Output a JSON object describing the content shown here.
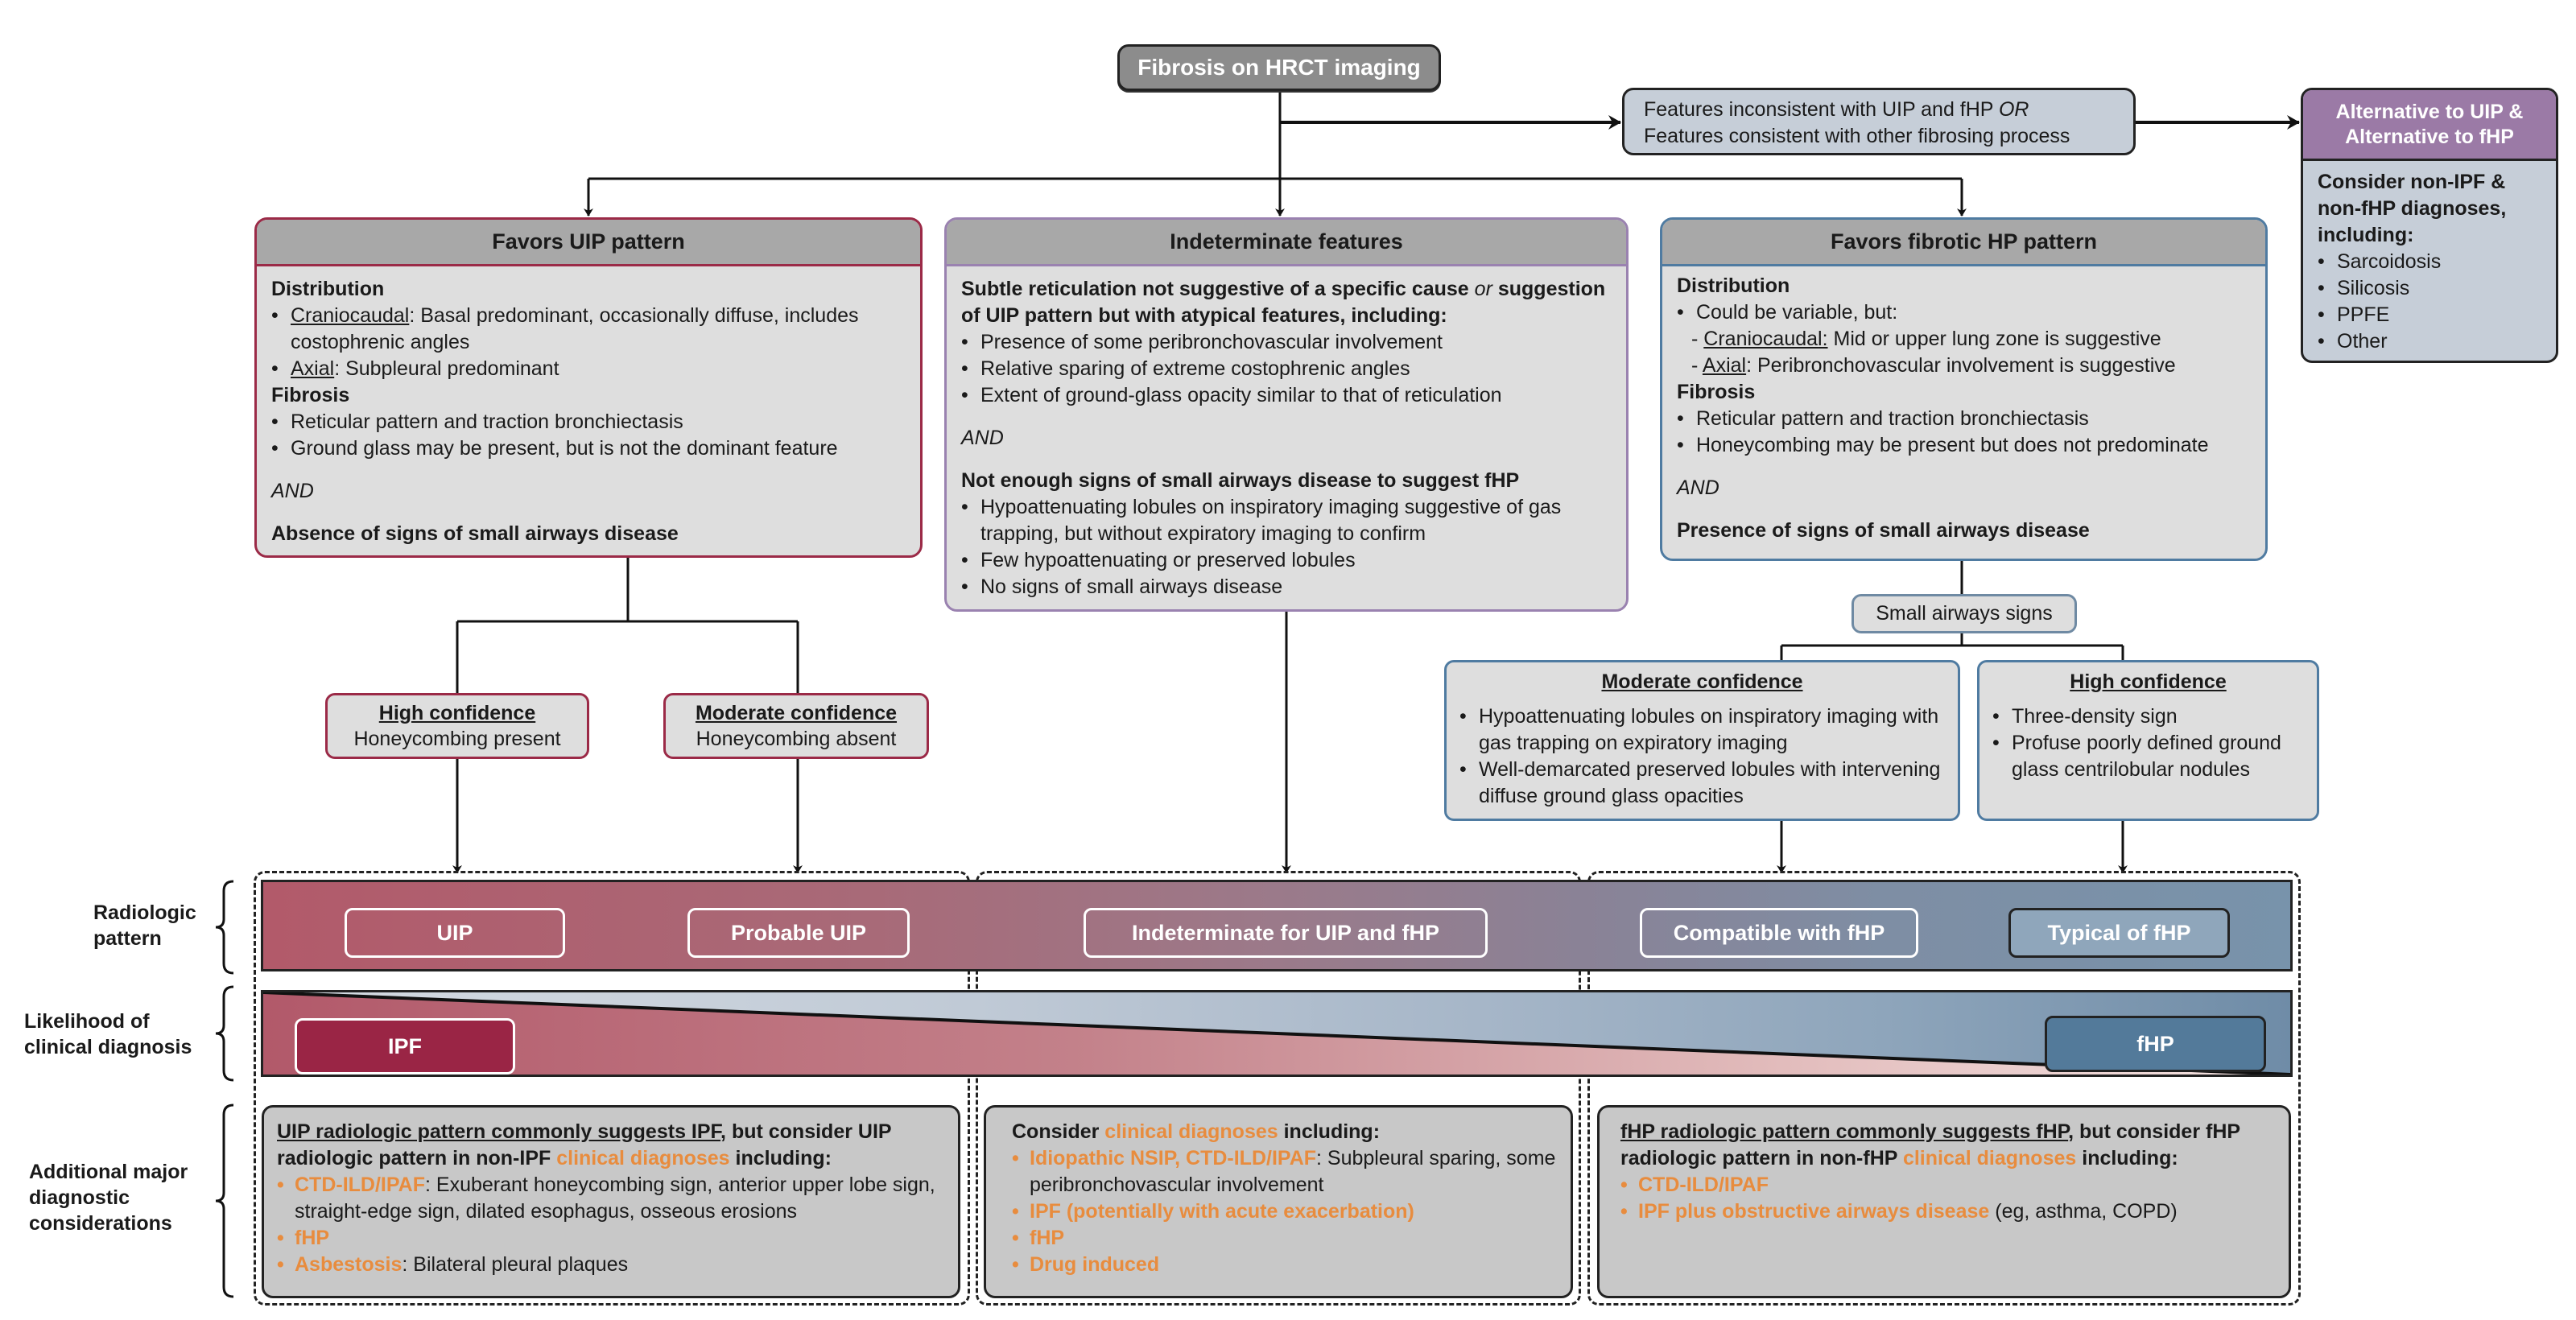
{
  "top": {
    "title": "Fibrosis on HRCT imaging"
  },
  "inconsistent": {
    "line1": "Features inconsistent with UIP and fHP ",
    "line1_italic": "OR",
    "line2": "Features consistent with other fibrosing process"
  },
  "alternative": {
    "header_line1": "Alternative to UIP &",
    "header_line2": "Alternative to fHP",
    "lead": "Consider non-IPF & non-fHP diagnoses, including:",
    "items": [
      "Sarcoidosis",
      "Silicosis",
      "PPFE",
      "Other"
    ]
  },
  "uip": {
    "header": "Favors UIP pattern",
    "distribution": "Distribution",
    "d1_label": "Craniocaudal",
    "d1_text": ": Basal predominant, occasionally diffuse, includes costophrenic angles",
    "d2_label": "Axial",
    "d2_text": ": Subpleural predominant",
    "fibrosis": "Fibrosis",
    "f1": "Reticular pattern and traction bronchiectasis",
    "f2": "Ground glass may be present, but is not the dominant feature",
    "and": "AND",
    "conclusion": "Absence of signs of small airways disease",
    "high_title": "High confidence",
    "high_text": "Honeycombing present",
    "mod_title": "Moderate confidence",
    "mod_text": "Honeycombing absent"
  },
  "indeterminate": {
    "header": "Indeterminate features",
    "lead_bold1": "Subtle reticulation not suggestive of a specific cause ",
    "lead_italic": "or",
    "lead_bold2": " suggestion of UIP pattern but with atypical features, including:",
    "items1": [
      "Presence of some peribronchovascular involvement",
      "Relative sparing of extreme costophrenic angles",
      "Extent of ground-glass opacity similar to that of reticulation"
    ],
    "and": "AND",
    "lead2": "Not enough signs of small airways disease to suggest fHP",
    "items2": [
      "Hypoattenuating lobules on inspiratory imaging suggestive of gas trapping, but without expiratory imaging to confirm",
      "Few hypoattenuating or preserved lobules",
      "No signs of small airways disease"
    ]
  },
  "hp": {
    "header": "Favors fibrotic HP pattern",
    "distribution": "Distribution",
    "d0": "Could be variable, but:",
    "d1_label": "Craniocaudal:",
    "d1_text": " Mid or upper lung zone is suggestive",
    "d2_label": "Axial",
    "d2_text": ": Peribronchovascular involvement is suggestive",
    "fibrosis": "Fibrosis",
    "f1": "Reticular pattern and traction bronchiectasis",
    "f2": "Honeycombing may be present but does not predominate",
    "and": "AND",
    "conclusion": "Presence of signs of small airways disease",
    "small_airways": "Small airways signs",
    "mod_title": "Moderate confidence",
    "mod_items": [
      "Hypoattenuating lobules on inspiratory imaging with gas trapping on expiratory imaging",
      "Well-demarcated preserved lobules with intervening diffuse ground glass opacities"
    ],
    "high_title": "High confidence",
    "high_items": [
      "Three-density sign",
      "Profuse poorly defined ground glass centrilobular nodules"
    ]
  },
  "rows": {
    "radiologic": "Radiologic pattern",
    "likelihood": "Likelihood of clinical diagnosis",
    "additional": "Additional major diagnostic considerations"
  },
  "patterns": {
    "uip": "UIP",
    "probable_uip": "Probable UIP",
    "indeterminate": "Indeterminate for UIP and fHP",
    "compatible_fhp": "Compatible with fHP",
    "typical_fhp": "Typical of fHP"
  },
  "likelihood": {
    "ipf": "IPF",
    "fhp": "fHP"
  },
  "considerations": {
    "col1": {
      "lead_underlined": "UIP radiologic pattern commonly suggests IPF",
      "lead_rest": ", but consider UIP radiologic pattern in non-IPF ",
      "lead_orange": "clinical diagnoses",
      "lead_end": " including:",
      "items": [
        {
          "term": "CTD-ILD/IPAF",
          "text": ": Exuberant honeycombing sign, anterior upper lobe sign, straight-edge sign, dilated esophagus, osseous erosions"
        },
        {
          "term": "fHP",
          "text": ""
        },
        {
          "term": "Asbestosis",
          "text": ": Bilateral pleural plaques"
        }
      ]
    },
    "col2": {
      "lead_start": "Consider ",
      "lead_orange": "clinical diagnoses",
      "lead_end": " including:",
      "items": [
        {
          "term": "Idiopathic NSIP, CTD-ILD/IPAF",
          "text": ": Subpleural sparing, some peribronchovascular involvement"
        },
        {
          "term": "IPF (potentially with acute exacerbation)",
          "text": ""
        },
        {
          "term": "fHP",
          "text": ""
        },
        {
          "term": "Drug induced",
          "text": ""
        }
      ]
    },
    "col3": {
      "lead_underlined": "fHP radiologic pattern commonly suggests fHP",
      "lead_rest": ", but consider fHP radiologic pattern in non-fHP ",
      "lead_orange": "clinical diagnoses",
      "lead_end": " including:",
      "items": [
        {
          "term": "CTD-ILD/IPAF",
          "text": ""
        },
        {
          "term": "IPF plus obstructive airways disease",
          "text": " (eg, asthma, COPD)"
        }
      ]
    }
  },
  "colors": {
    "uip_accent": "#9b2a47",
    "indeterminate_accent": "#9a82b0",
    "hp_accent": "#4f7ba1",
    "alternative_header": "#9b7aa6",
    "ipf_fill": "#9a2545",
    "fhp_fill": "#537a9a",
    "clinical_orange": "#e88c3e"
  }
}
